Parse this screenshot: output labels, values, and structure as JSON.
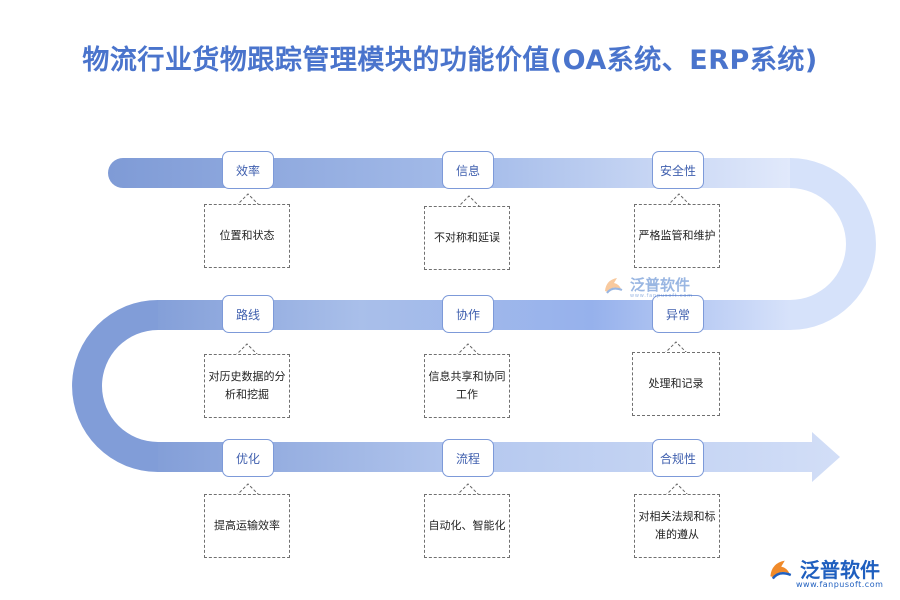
{
  "title": "物流行业货物跟踪管理模块的功能价值(OA系统、ERP系统)",
  "nodes": [
    {
      "label": "效率",
      "desc": "位置和状态"
    },
    {
      "label": "信息",
      "desc": "不对称和延误"
    },
    {
      "label": "安全性",
      "desc": "严格监管和维护"
    },
    {
      "label": "路线",
      "desc": "对历史数据的分析和挖掘"
    },
    {
      "label": "协作",
      "desc": "信息共享和协同工作"
    },
    {
      "label": "异常",
      "desc": "处理和记录"
    },
    {
      "label": "优化",
      "desc": "提高运输效率"
    },
    {
      "label": "流程",
      "desc": "自动化、智能化"
    },
    {
      "label": "合规性",
      "desc": "对相关法规和标准的遵从"
    }
  ],
  "watermark": {
    "name": "泛普软件",
    "url": "www.fanpusoft.com",
    "icon": "fanpu-logo-icon"
  },
  "colors": {
    "band_dark": "#7f9bd6",
    "band_light": "#dde7fb",
    "node_border": "#7d9ad9",
    "title": "#4a74cc"
  }
}
